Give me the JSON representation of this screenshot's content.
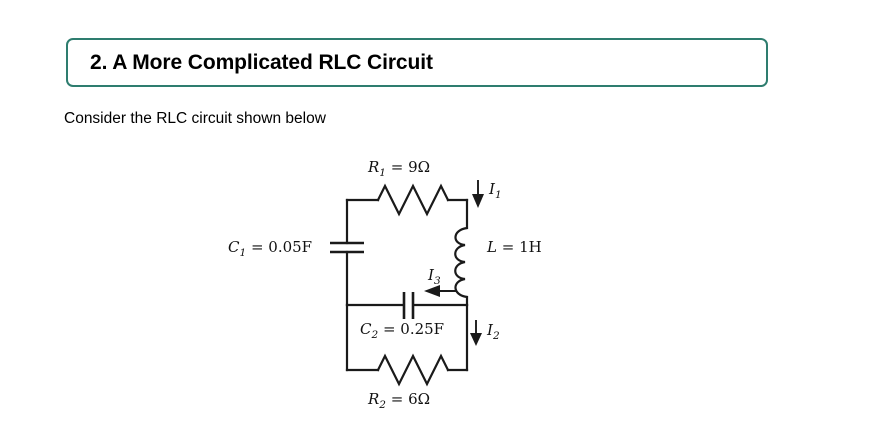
{
  "header": {
    "title": "2. A More Complicated RLC Circuit",
    "border_color": "#2e7d6f"
  },
  "body": {
    "intro": "Consider the RLC circuit shown below"
  },
  "circuit": {
    "components": {
      "r1": {
        "symbol": "R",
        "subscript": "1",
        "equals": "=",
        "value": "9Ω",
        "full": "R₁ = 9Ω",
        "type": "resistor"
      },
      "r2": {
        "symbol": "R",
        "subscript": "2",
        "equals": "=",
        "value": "6Ω",
        "full": "R₂ = 6Ω",
        "type": "resistor"
      },
      "c1": {
        "symbol": "C",
        "subscript": "1",
        "equals": "=",
        "value": "0.05F",
        "full": "C₁ = 0.05F",
        "type": "capacitor"
      },
      "c2": {
        "symbol": "C",
        "subscript": "2",
        "equals": "=",
        "value": "0.25F",
        "full": "C₂ = 0.25F",
        "type": "capacitor"
      },
      "l": {
        "symbol": "L",
        "subscript": "",
        "equals": "=",
        "value": "1H",
        "full": "L = 1H",
        "type": "inductor"
      }
    },
    "currents": {
      "i1": {
        "symbol": "I",
        "subscript": "1",
        "direction": "down"
      },
      "i2": {
        "symbol": "I",
        "subscript": "2",
        "direction": "down"
      },
      "i3": {
        "symbol": "I",
        "subscript": "3",
        "direction": "left"
      }
    },
    "wire_color": "#1a1a1a"
  }
}
